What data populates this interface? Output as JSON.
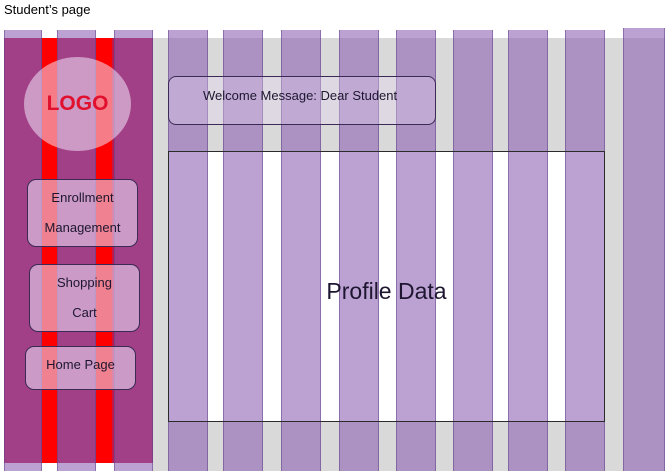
{
  "page_title": "Student’s page",
  "sidebar": {
    "logo_text": "LOGO",
    "items": [
      {
        "label_line1": "Enrollment",
        "label_line2": "Management"
      },
      {
        "label_line1": "Shopping",
        "label_line2": "Cart"
      },
      {
        "label": "Home Page"
      }
    ]
  },
  "main": {
    "welcome_message": "Welcome Message: Dear Student",
    "profile_placeholder": "Profile Data"
  },
  "colors": {
    "sidebar_bg": "#c0174a",
    "sidebar_stripe": "#ff0000",
    "grid_overlay": "#8c5fb4",
    "logo_text": "#e0102e",
    "background_gray": "#d9d9d9"
  }
}
